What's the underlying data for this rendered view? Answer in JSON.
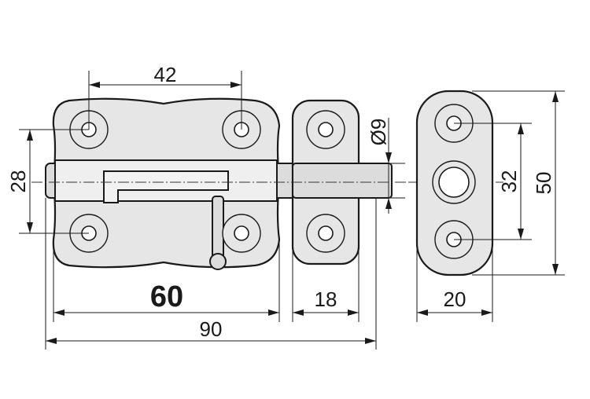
{
  "dimensions": {
    "hole_spacing_horizontal": "42",
    "hole_spacing_vertical": "28",
    "hole_diameter": "Ø9",
    "plate_width": "60",
    "keeper_width": "18",
    "overall_length": "90",
    "side_width": "20",
    "side_hole_spacing": "32",
    "overall_height": "50"
  }
}
